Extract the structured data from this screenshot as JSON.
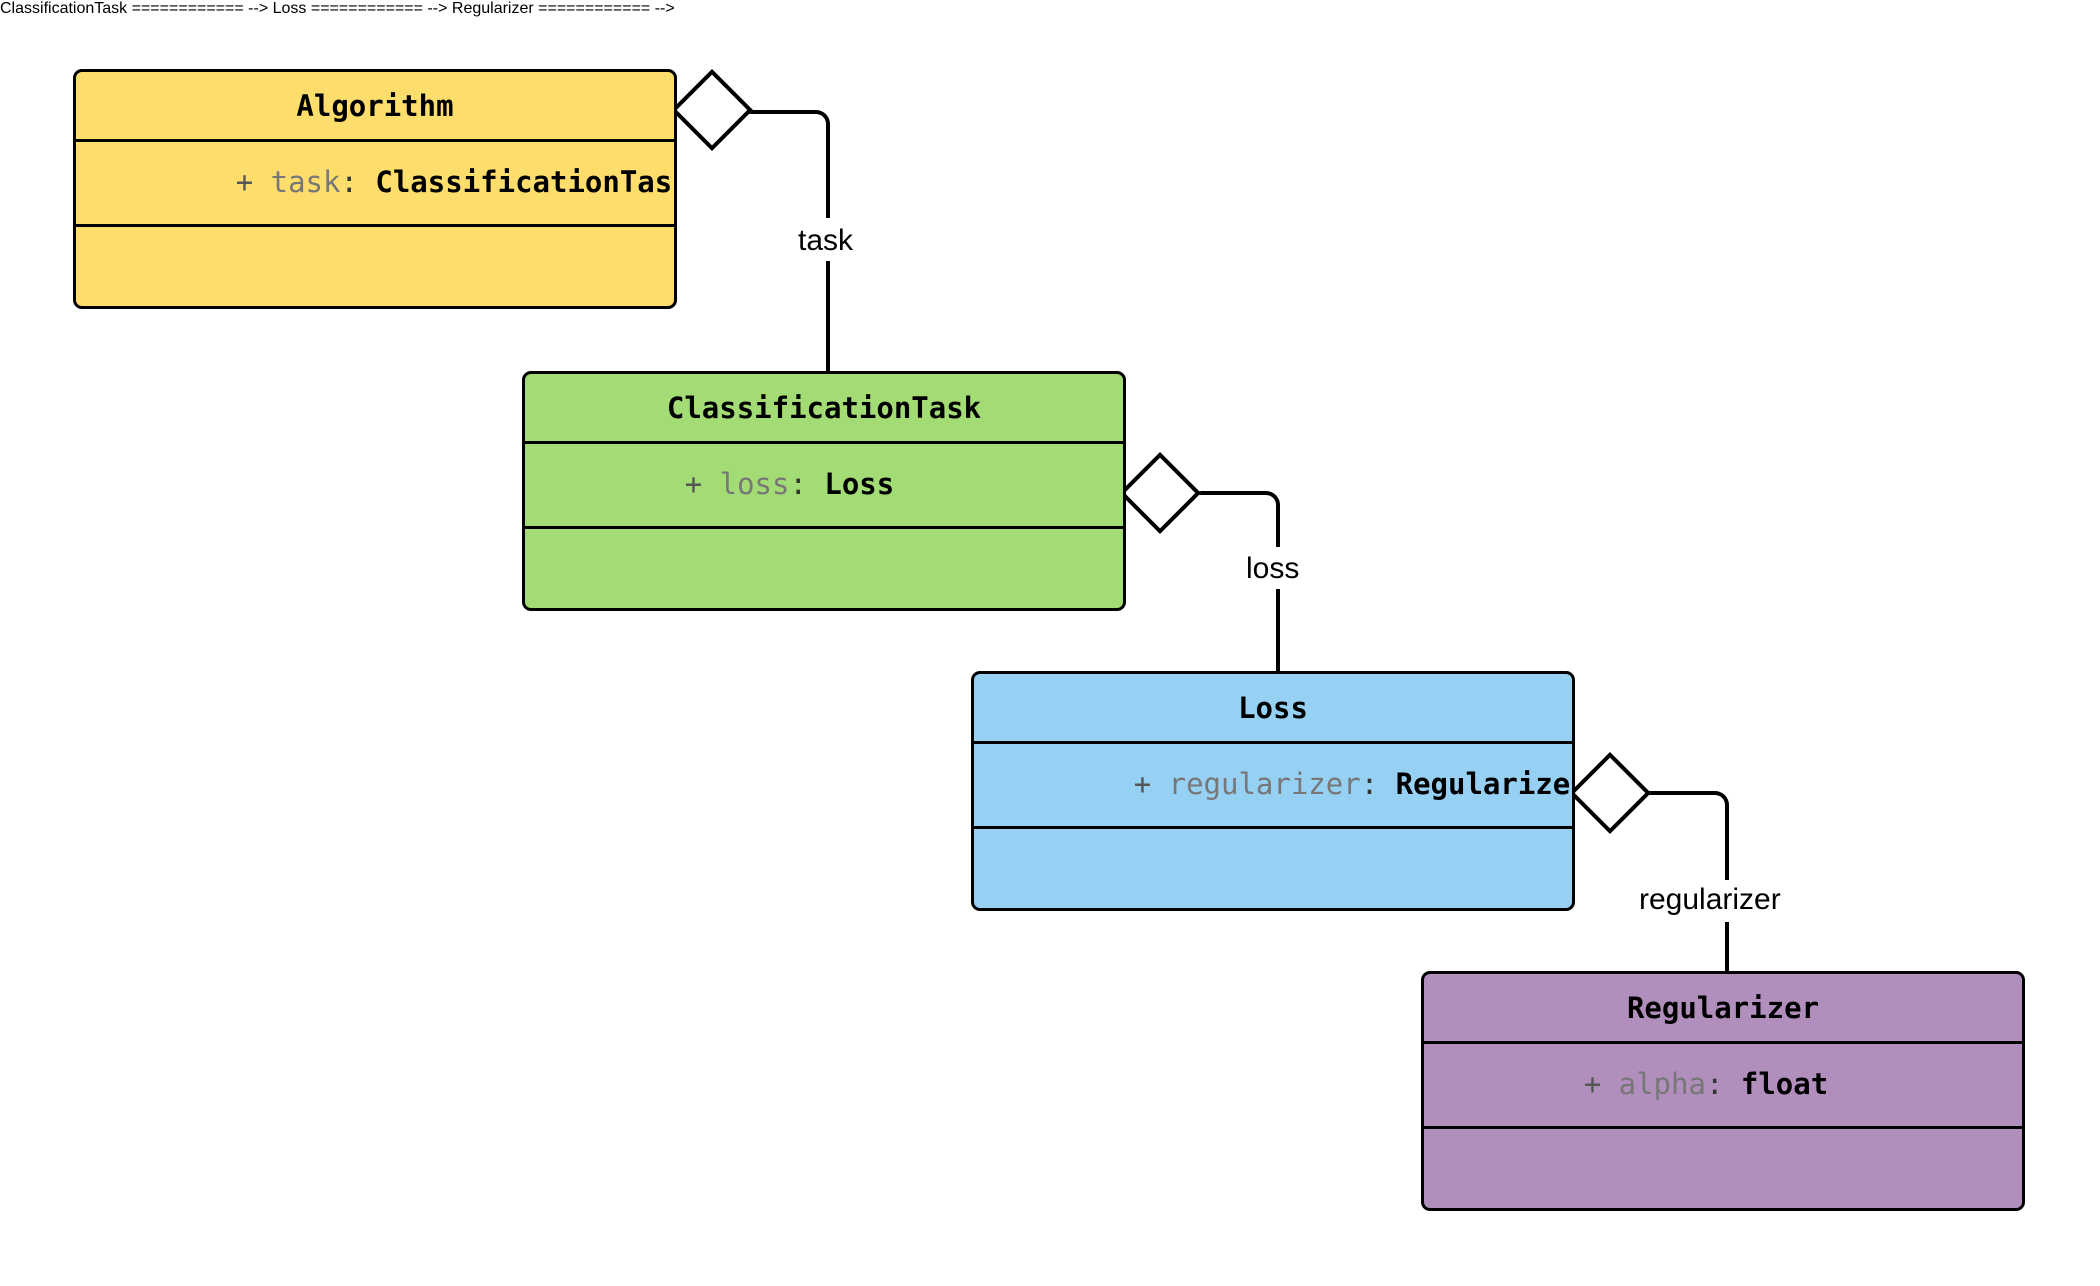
{
  "diagram": {
    "type": "uml-class-diagram",
    "background": "#ffffff",
    "stroke": "#000000"
  },
  "classes": [
    {
      "id": "algorithm",
      "name": "Algorithm",
      "fill": "#FDDE6C",
      "visibility": "+",
      "attr_name": "task",
      "attr_colon": ": ",
      "attr_type": "ClassificationTask",
      "methods": []
    },
    {
      "id": "classificationtask",
      "name": "ClassificationTask",
      "fill": "#A3DC75",
      "visibility": "+",
      "attr_name": "loss",
      "attr_colon": ": ",
      "attr_type": "Loss",
      "methods": []
    },
    {
      "id": "loss",
      "name": "Loss",
      "fill": "#96D1F4",
      "visibility": "+",
      "attr_name": "regularizer",
      "attr_colon": ": ",
      "attr_type": "Regularizer",
      "methods": []
    },
    {
      "id": "regularizer",
      "name": "Regularizer",
      "fill": "#B18FBC",
      "visibility": "+",
      "attr_name": "alpha",
      "attr_colon": ": ",
      "attr_type": "float",
      "methods": []
    }
  ],
  "relations": [
    {
      "id": "rel-task",
      "kind": "aggregation",
      "from": "Algorithm",
      "to": "ClassificationTask",
      "label": "task"
    },
    {
      "id": "rel-loss",
      "kind": "aggregation",
      "from": "ClassificationTask",
      "to": "Loss",
      "label": "loss"
    },
    {
      "id": "rel-regularizer",
      "kind": "aggregation",
      "from": "Loss",
      "to": "Regularizer",
      "label": "regularizer"
    }
  ]
}
